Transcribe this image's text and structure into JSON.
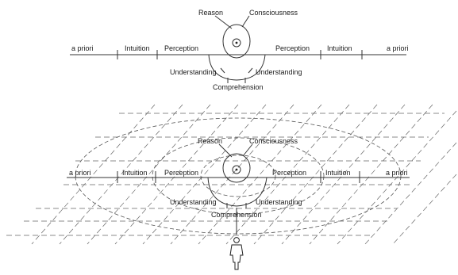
{
  "top": {
    "reason": "Reason",
    "consciousness": "Consciousness",
    "a_priori_left": "a priori",
    "intuition_left": "Intuition",
    "perception_left": "Perception",
    "perception_right": "Perception",
    "intuition_right": "Intuition",
    "a_priori_right": "a priori",
    "understanding_left": "Understanding",
    "understanding_right": "Understanding",
    "comprehension": "Comprehension"
  },
  "bottom": {
    "reason": "Reason",
    "consciousness": "Consciousness",
    "a_priori_left": "a priori",
    "intuition_left": "Intuition",
    "perception_left": "Perception",
    "perception_right": "Perception",
    "intuition_right": "Intuition",
    "a_priori_right": "a priori",
    "understanding_left": "Understanding",
    "understanding_right": "Understanding",
    "comprehension": "Comprehension"
  }
}
